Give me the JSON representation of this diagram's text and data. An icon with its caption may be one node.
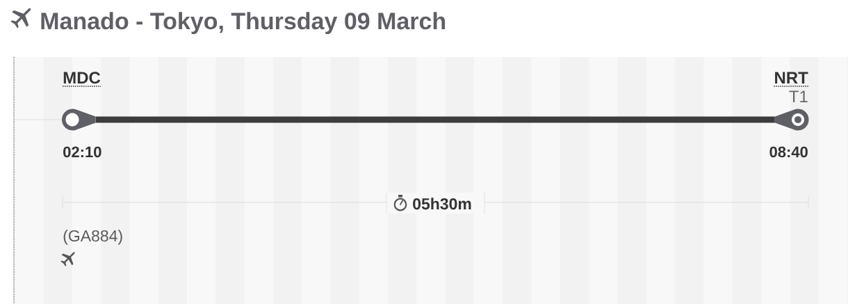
{
  "diagram": {
    "title": "Manado - Tokyo, Thursday 09 March",
    "nodes": [
      {
        "text": [
          "MDC"
        ],
        "beside": [
          "02:10"
        ]
      },
      {
        "text": [
          "NRT",
          "T1"
        ],
        "beside": [
          "08:40"
        ]
      }
    ],
    "edges": [
      {
        "from": 0,
        "to": 1,
        "arrow": "none"
      }
    ],
    "labels": [
      "05h30m",
      "(GA884)"
    ]
  }
}
